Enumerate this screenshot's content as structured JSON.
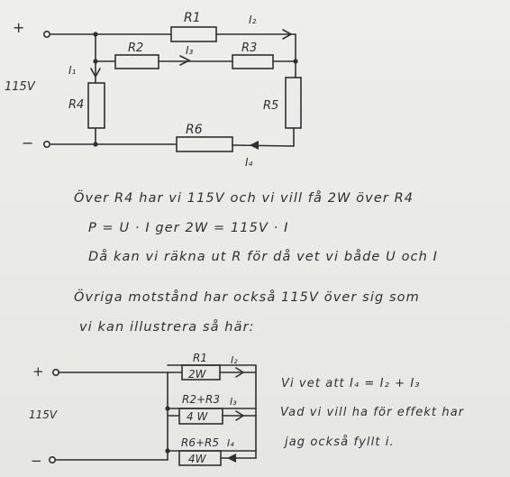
{
  "circuit1": {
    "plus": "+",
    "minus": "−",
    "voltage": "115V",
    "r1": "R1",
    "r2": "R2",
    "r3": "R3",
    "r4": "R4",
    "r5": "R5",
    "r6": "R6",
    "i1": "I₁",
    "i2": "I₂",
    "i3": "I₃",
    "i4": "I₄"
  },
  "text": {
    "line1": "Över R4 har vi 115V och vi vill få 2W över R4",
    "line2": "P = U · I   ger  2W = 115V · I",
    "line3": "Då kan vi räkna ut R för då vet vi både U och I",
    "line4": "Övriga motstånd har också 115V över sig som",
    "line5": "vi kan illustrera så här:"
  },
  "circuit2": {
    "plus": "+",
    "minus": "−",
    "voltage": "115V",
    "b1_label": "R1",
    "b1_value": "2W",
    "b1_current": "I₂",
    "b2_label": "R2+R3",
    "b2_value": "4 W",
    "b2_current": "I₃",
    "b3_label": "R6+R5",
    "b3_value": "4W",
    "b3_current": "I₄"
  },
  "side_text": {
    "line1": "Vi vet att   I₄ = I₂ + I₃",
    "line2": "Vad vi vill ha för effekt har",
    "line3": "jag också fyllt i."
  }
}
